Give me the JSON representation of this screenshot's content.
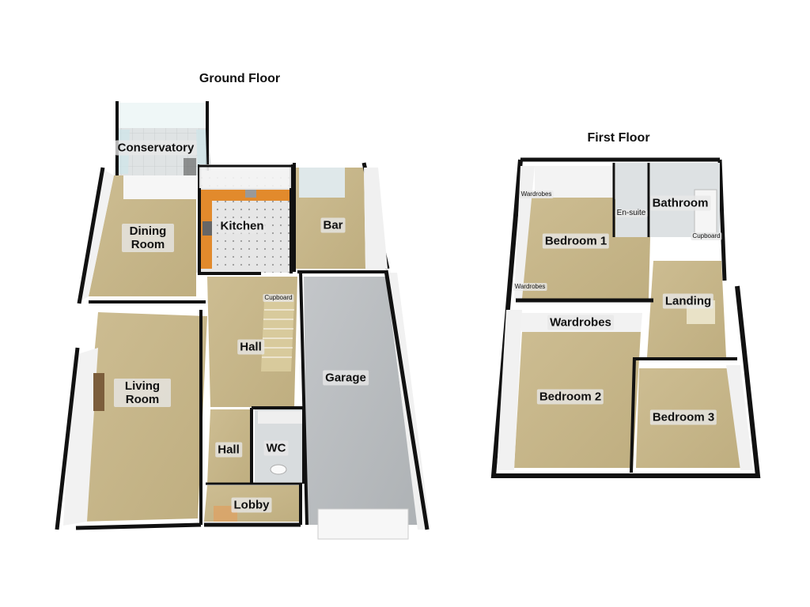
{
  "colors": {
    "carpet": "#c9b98d",
    "carpet_dark": "#b3a274",
    "wall": "#111111",
    "wall_face": "#f4f4f4",
    "garage_floor": "#b9bcbf",
    "tile": "#d7dde0",
    "counter": "#e28a2c",
    "glass": "#cfe5e9",
    "kitchen_floor": "#e3e3e3",
    "stairs": "#d8ca9c"
  },
  "ground_floor": {
    "title": "Ground Floor",
    "rooms": {
      "conservatory": "Conservatory",
      "dining_room": "Dining\nRoom",
      "kitchen": "Kitchen",
      "bar": "Bar",
      "living_room": "Living\nRoom",
      "hall": "Hall",
      "cupboard": "Cupboard",
      "garage": "Garage",
      "hall_lower": "Hall",
      "wc": "WC",
      "lobby": "Lobby"
    }
  },
  "first_floor": {
    "title": "First Floor",
    "rooms": {
      "wardrobes_top": "Wardrobes",
      "en_suite": "En-suite",
      "bathroom": "Bathroom",
      "bedroom_1": "Bedroom 1",
      "cupboard": "Cupboard",
      "wardrobes_left": "Wardrobes",
      "landing": "Landing",
      "wardrobes_mid": "Wardrobes",
      "bedroom_2": "Bedroom 2",
      "bedroom_3": "Bedroom 3"
    }
  }
}
